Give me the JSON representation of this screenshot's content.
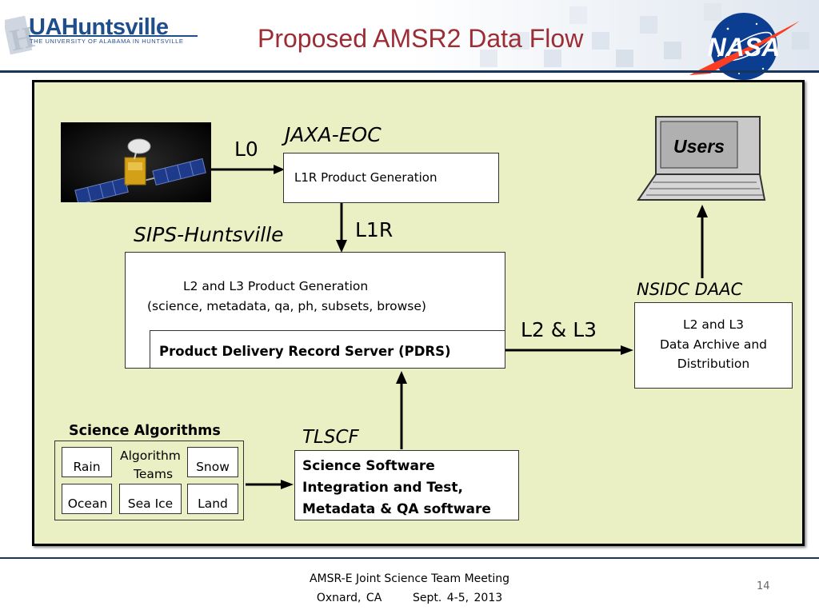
{
  "header": {
    "logo_title": "UAHuntsville",
    "logo_subtitle": "THE UNIVERSITY OF ALABAMA IN HUNTSVILLE",
    "title": "Proposed AMSR2 Data Flow",
    "nasa_logo_text": "NASA"
  },
  "diagram": {
    "l0_label": "L0",
    "jaxa_label": "JAXA-EOC",
    "l1r_box": "L1R Product Generation",
    "l1r_label": "L1R",
    "sips_label": "SIPS-Huntsville",
    "l2l3_gen_line1": "L2 and L3 Product Generation",
    "l2l3_gen_line2": "(science, metadata, qa, ph, subsets, browse)",
    "pdrs_box": "Product Delivery Record Server (PDRS)",
    "l2l3_flow_label": "L2 & L3",
    "nsidc_label": "NSIDC  DAAC",
    "nsidc_box_line1": "L2 and L3",
    "nsidc_box_line2": "Data Archive and",
    "nsidc_box_line3": "Distribution",
    "users_label": "Users",
    "science_algorithms_title": "Science Algorithms",
    "algorithm_teams_line1": "Algorithm",
    "algorithm_teams_line2": "Teams",
    "teams": [
      "Rain",
      "Snow",
      "Ocean",
      "Sea Ice",
      "Land"
    ],
    "tlscf_label": "TLSCF",
    "tlscf_box_line1": "Science Software",
    "tlscf_box_line2": "Integration and Test,",
    "tlscf_box_line3": "Metadata & QA software"
  },
  "footer": {
    "line1": "AMSR-E Joint Science Team Meeting",
    "line2": "Oxnard, CA      Sept. 4-5, 2013",
    "page_number": "14"
  },
  "colors": {
    "title": "#9c2d35",
    "panel": "#ebf0c4",
    "header_rule": "#17365d",
    "nasa_blue": "#0b3d91",
    "nasa_red": "#fc3d21"
  }
}
